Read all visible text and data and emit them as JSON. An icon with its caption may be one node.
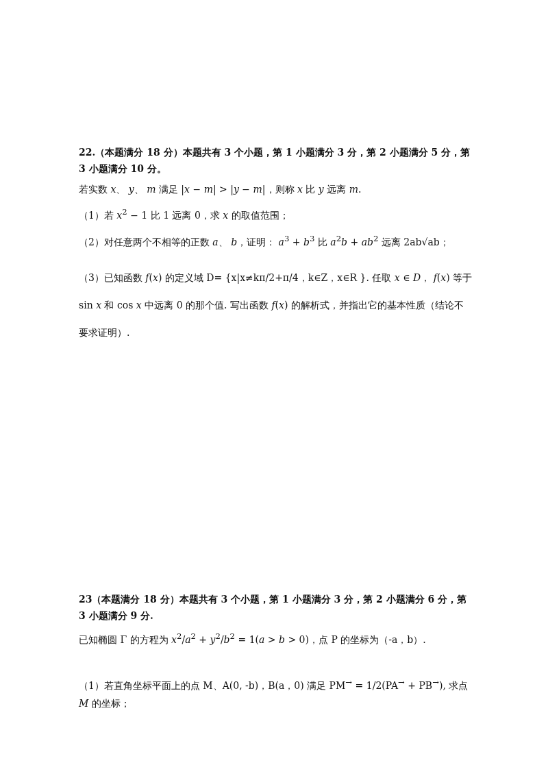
{
  "diagram": {
    "labels": [
      "22.（本题满分 18 分）本题共有 3 个小题，第 1 小题满分 3 分，第 2 小题满分 5 分，第 3 小题满分 10 分。",
      "若实数 *x*、 *y*、 *m* 满足 |*x* − *m*| > |*y* − *m*|，则称 *x* 比 *y* 远离 *m*.",
      "（1）若 *x*$^{2}$ − 1 比 1 远离 0，求 *x* 的取值范围；",
      "（2）对任意两个不相等的正数 *a*、 *b*，证明： *a*$^{3}$ + *b*$^{3}$ 比 *a*$^{2}$*b* + *ab*$^{2}$ 远离 2ab√ab；",
      "（3）已知函数 *f*(*x*) 的定义域 D= {x|x≠kπ/2+π/4，k∈Z，x∈R }. 任取 *x* ∈ *D*， *f*(*x*) 等于 sin *x* 和 cos *x* 中远离 0 的那个值. 写出函数 *f*(*x*) 的解析式，并指出它的基本性质（结论不要求证明）.",
      "23（本题满分 18 分）本题共有 3 个小题，第 1 小题满分 3 分，第 2 小题满分 6 分，第 3 小题满分 9 分.",
      "已知椭圆 Γ 的方程为 *x*$^{2}$/*a*$^{2}$ + *y*$^{2}$/*b*$^{2}$ = 1(*a* > *b* > 0)，点 P 的坐标为（-a，b）.",
      "（1）若直角坐标平面上的点 M、A(0, -b)，B(a，0) 满足 PM$^{→}$ = 1/2(PA$^{→}$ + PB$^{→}$), 求点 *M* 的坐标；"
    ]
  }
}
